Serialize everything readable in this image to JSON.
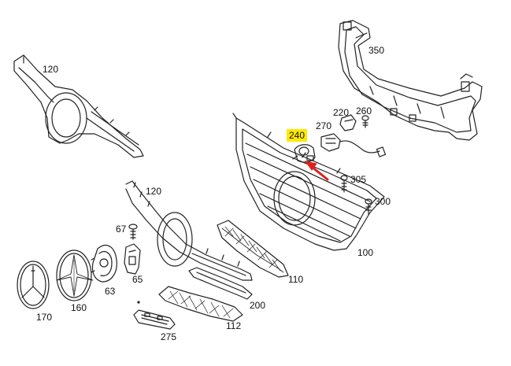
{
  "diagram": {
    "highlight_color": "#ffe800",
    "arrow_color": "#e0201a",
    "line_color": "#222222",
    "callouts": {
      "c350": "350",
      "c120_top": "120",
      "c220": "220",
      "c260": "260",
      "c270": "270",
      "c240": "240",
      "c305": "305",
      "c300": "300",
      "c120_mid": "120",
      "c67": "67",
      "c65": "65",
      "c63": "63",
      "c170": "170",
      "c160": "160",
      "c110": "110",
      "c100": "100",
      "c200": "200",
      "c112": "112",
      "c275": "275"
    }
  }
}
